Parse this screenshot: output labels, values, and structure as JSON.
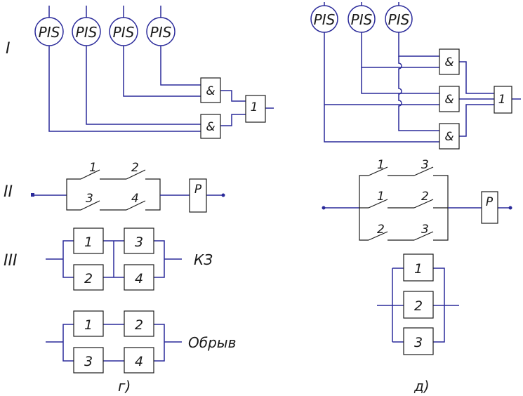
{
  "labels": {
    "sensor": "PIS",
    "and_gate": "&",
    "or_gate": "1",
    "relay": "P",
    "row_1": "I",
    "row_2": "II",
    "row_3": "III",
    "short_circuit": "КЗ",
    "open_circuit": "Обрыв",
    "caption_g": "г)",
    "caption_d": "д)"
  },
  "left": {
    "switches_top": [
      "1",
      "2"
    ],
    "switches_bottom": [
      "3",
      "4"
    ],
    "kz_blocks": [
      "1",
      "3",
      "2",
      "4"
    ],
    "open_blocks": [
      "1",
      "2",
      "3",
      "4"
    ]
  },
  "right": {
    "switch_row1": [
      "1",
      "3"
    ],
    "switch_row2": [
      "1",
      "2"
    ],
    "switch_row3": [
      "2",
      "3"
    ],
    "blocks": [
      "1",
      "2",
      "3"
    ]
  }
}
